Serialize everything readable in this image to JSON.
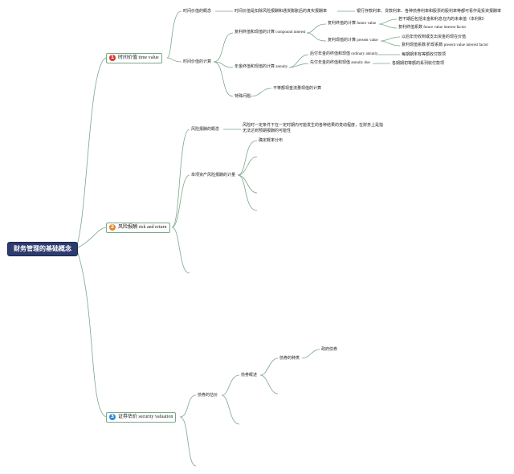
{
  "root": {
    "label": "财务管理的基础概念"
  },
  "topics": [
    {
      "number": "1",
      "label": "时间价值 time value",
      "badge_color": "#d93a2b"
    },
    {
      "number": "2",
      "label": "风险报酬 risk and return",
      "badge_color": "#e8872a"
    },
    {
      "number": "3",
      "label": "证券估价 security valuation",
      "badge_color": "#2a8fd6"
    }
  ],
  "time_value": {
    "concept": "时间价值的概念",
    "concept_desc": "时间价值是扣除风险报酬和通货膨胀后的真实报酬率",
    "concept_note": "银行存款利率、贷款利率、各种债券利率和股票的股利率等都可看作是投资报酬率",
    "calc": "时间价值的计算",
    "compound": "复利终值和现值的计算 compound interest",
    "fv": "复利终值的计算 future value",
    "fv_note1": "若干期后包括本金和利息在内的未来值（本利和）",
    "fv_note2": "复利终值系数 future value interest factor",
    "pv": "复利现值的计算 present value",
    "pv_note1": "以后年份收到或支出资金的现在价值",
    "pv_note2": "复利现值系数/折现系数 present value interest factor",
    "annuity": "年金终值和现值的计算 annuity",
    "ordinary": "后付年金的终值和现值 ordinary annuity",
    "ordinary_note": "每期期末有等额收付款项",
    "due": "先付年金的终值和现值 annuity due",
    "due_note": "各期期初等额的系列收付款项",
    "special": "特殊问题",
    "special_note": "不等额现金流量现值的计算"
  },
  "risk": {
    "concept": "风险报酬的概念",
    "concept_desc1": "风险时一定条件下在一定时期内可能发生的各种结果的变动程度，在财务上是指",
    "concept_desc2": "无法达到预期报酬的可能性",
    "single": "单项资产风险报酬的计量",
    "prob": "确定概率分布"
  },
  "security": {
    "bond_value": "债券的估价",
    "bond_overview": "债券概述",
    "bond_types": "债券的种类",
    "gov_bond": "政府债券"
  }
}
